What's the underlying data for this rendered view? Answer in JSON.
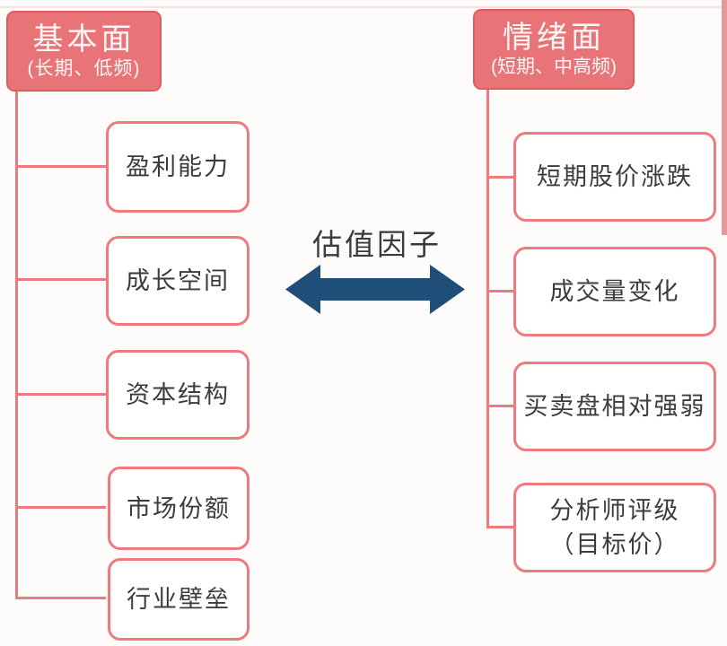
{
  "diagram": {
    "center": {
      "label": "估值因子"
    },
    "left": {
      "title": "基本面",
      "subtitle": "(长期、低频)",
      "items": [
        {
          "label": "盈利能力"
        },
        {
          "label": "成长空间"
        },
        {
          "label": "资本结构"
        },
        {
          "label": "市场份额"
        },
        {
          "label": "行业壁垒"
        }
      ]
    },
    "right": {
      "title": "情绪面",
      "subtitle": "(短期、中高频)",
      "items": [
        {
          "label": "短期股价涨跌"
        },
        {
          "label": "成交量变化"
        },
        {
          "label": "买卖盘相对强弱"
        },
        {
          "label": "分析师评级",
          "label2": "（目标价）"
        }
      ]
    },
    "colors": {
      "node_fill": "#e97478",
      "node_border": "#e2595f",
      "connector": "#ec7a7f",
      "arrow": "#1f4e79",
      "item_text": "#3c3c3c",
      "header_text": "#fef7f6",
      "background": "#fdfcfa"
    }
  }
}
